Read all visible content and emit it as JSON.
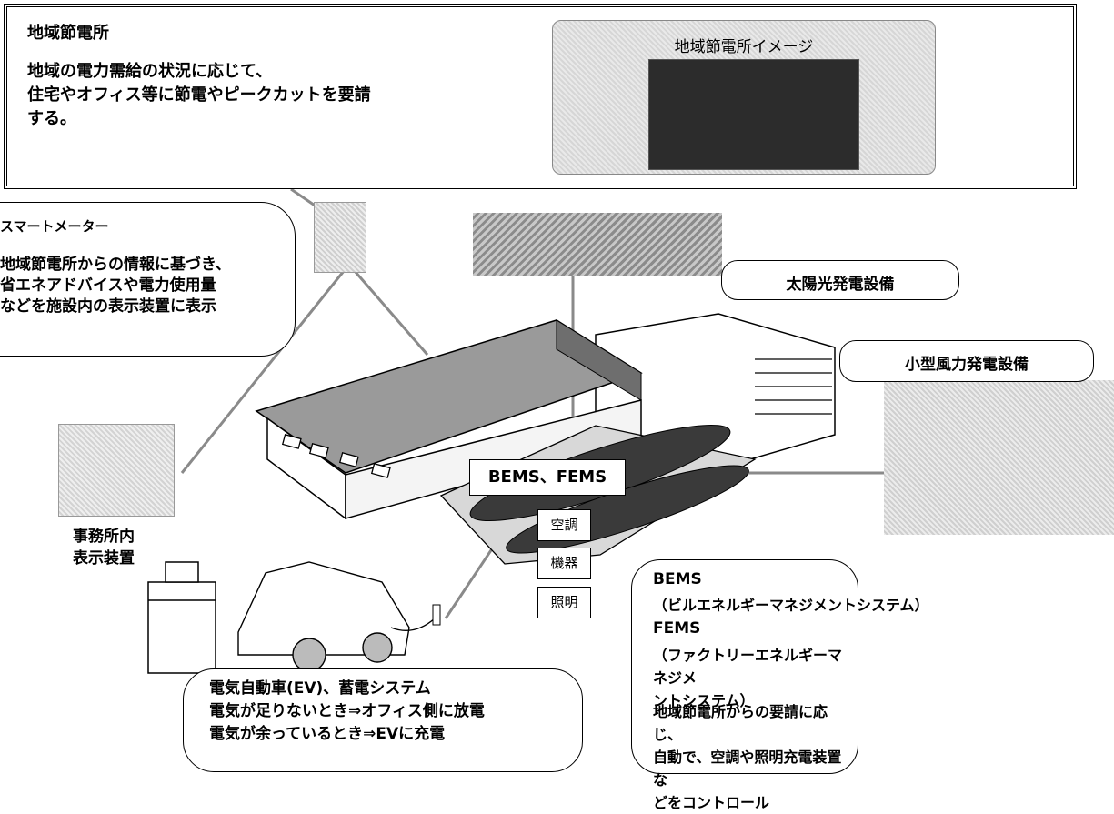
{
  "header": {
    "title": "地域節電所",
    "description_lines": [
      "地域の電力需給の状況に応じて、",
      "住宅やオフィス等に節電やピークカットを要請",
      "する。"
    ],
    "image_title": "地域節電所イメージ"
  },
  "smart_meter": {
    "title": "スマートメーター",
    "description_lines": [
      "地域節電所からの情報に基づき、",
      "省エネアドバイスや電力使用量",
      "などを施設内の表示装置に表示"
    ]
  },
  "solar": {
    "label": "太陽光発電設備"
  },
  "wind": {
    "label": "小型風力発電設備"
  },
  "bems_box": {
    "label": "BEMS、FEMS"
  },
  "equipment": {
    "ac": "空調",
    "device": "機器",
    "light": "照明"
  },
  "office_display": {
    "label_lines": [
      "事務所内",
      "表示装置"
    ]
  },
  "bems_callout": {
    "bems_name": "BEMS",
    "bems_full": "（ビルエネルギーマネジメントシステム）",
    "fems_name": "FEMS",
    "fems_full_lines": [
      "（ファクトリーエネルギーマネジメ",
      "ントシステム）"
    ],
    "description_lines": [
      "地域節電所からの要請に応じ、",
      "自動で、空調や照明充電装置な",
      "どをコントロール"
    ]
  },
  "ev_callout": {
    "lines": [
      "電気自動車(EV)、蓄電システム",
      "電気が足りないとき⇒オフィス側に放電",
      "電気が余っているとき⇒EVに充電"
    ]
  }
}
